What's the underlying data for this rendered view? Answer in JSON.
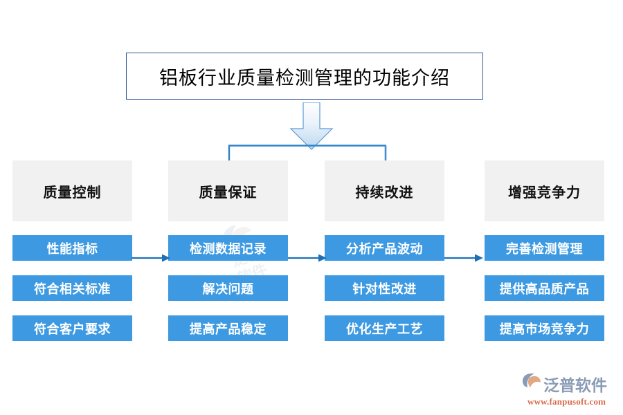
{
  "title": {
    "text": "铝板行业质量检测管理的功能介绍"
  },
  "colors": {
    "item_blue": "#3d9ae2",
    "header_gray": "#f1f1f1",
    "title_border": "#2f5597",
    "connector_blue": "#2e83c8",
    "arrow_fill_top": "#ffffff",
    "arrow_fill_bottom": "#bfd9ee",
    "logo_text": "#8a9bb5",
    "logo_url": "#d96a4a"
  },
  "columns": [
    {
      "header": "质量控制",
      "items": [
        "性能指标",
        "符合相关标准",
        "符合客户要求"
      ]
    },
    {
      "header": "质量保证",
      "items": [
        "检测数据记录",
        "解决问题",
        "提高产品稳定"
      ]
    },
    {
      "header": "持续改进",
      "items": [
        "分析产品波动",
        "针对性改进",
        "优化生产工艺"
      ]
    },
    {
      "header": "增强竞争力",
      "items": [
        "完善检测管理",
        "提供高品质产品",
        "提高市场竞争力"
      ]
    }
  ],
  "connectors": {
    "main_arrow": "down-arrow-icon",
    "branch_left": "branch-arrow-down-icon",
    "branch_right": "branch-arrow-down-icon",
    "flow_arrows": [
      "right-arrow-icon",
      "right-arrow-icon",
      "right-arrow-icon"
    ]
  },
  "logo": {
    "name": "泛普软件",
    "url": "www.fanpusoft.com"
  },
  "watermark": {
    "name": "fanpu-watermark"
  }
}
